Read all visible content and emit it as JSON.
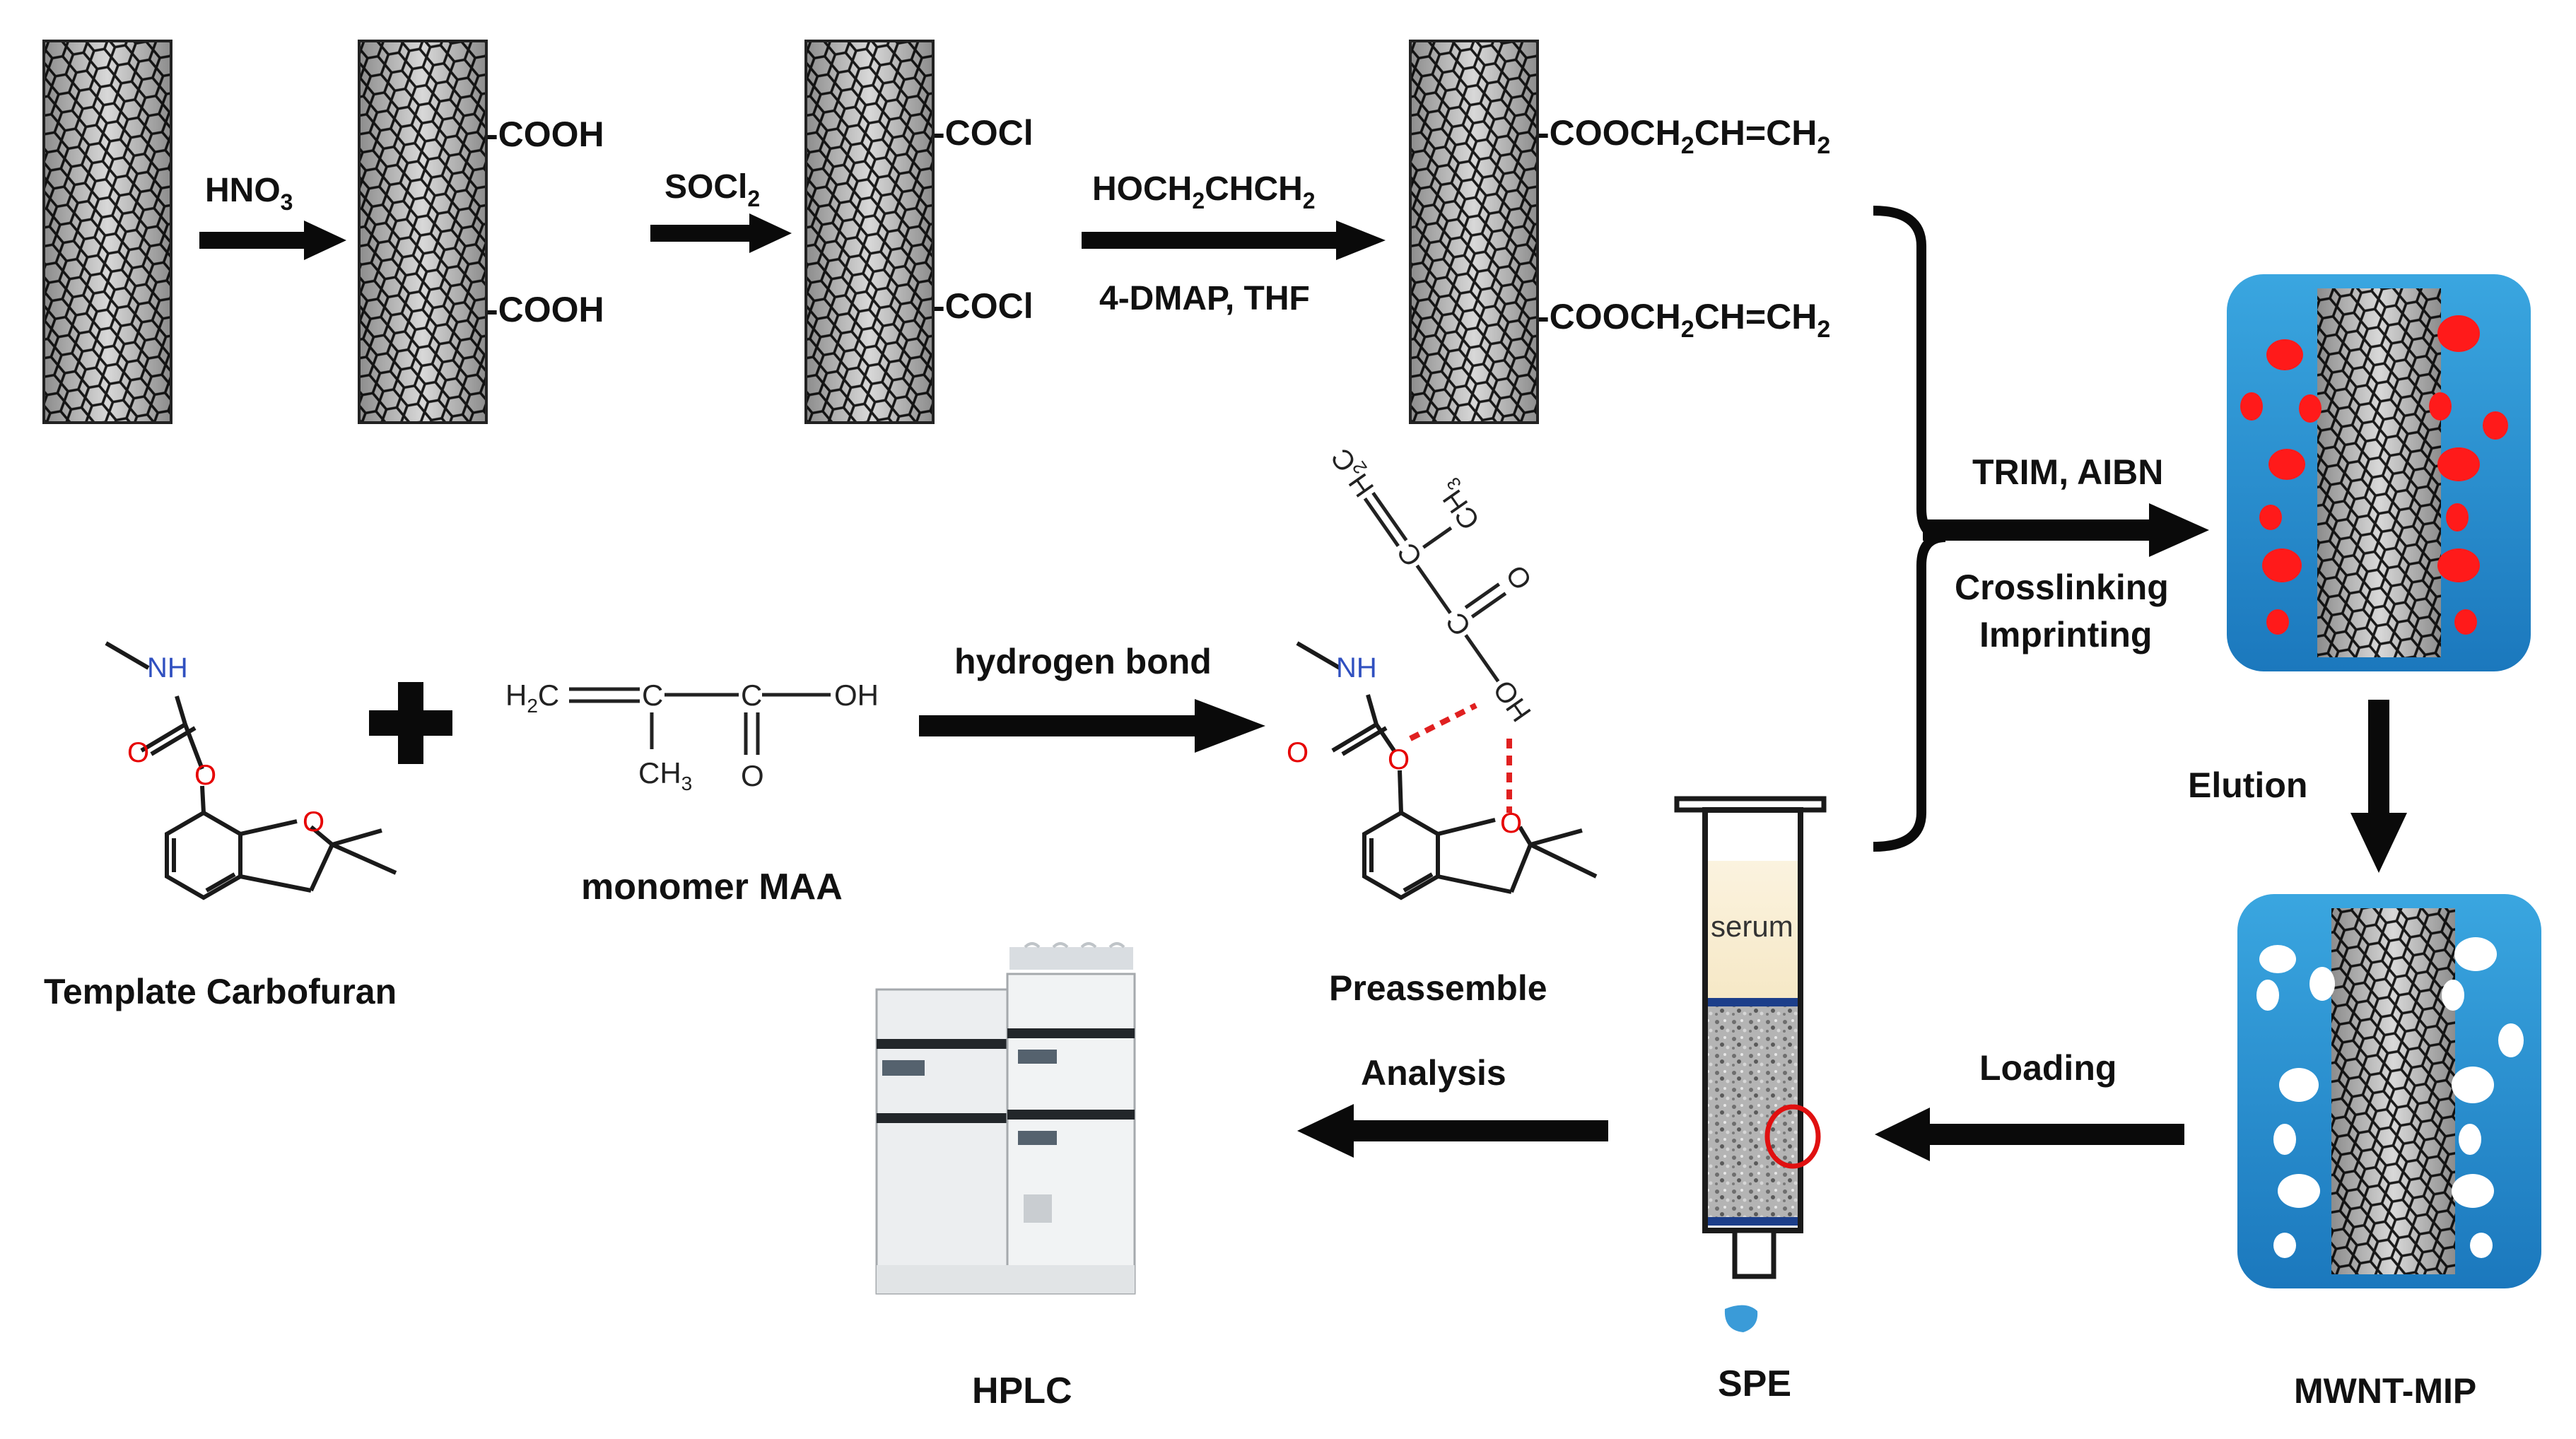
{
  "labels": {
    "hno3": "HNO",
    "hno3_sub": "3",
    "socl2": "SOCl",
    "socl2_sub": "2",
    "allyl_alcohol_a": "HOCH",
    "allyl_alcohol_b": "CHCH",
    "allyl_alcohol_sub": "2",
    "allyl_catalyst": "4-DMAP, THF",
    "cooh": "-COOH",
    "cocl": "-COCl",
    "ester_a": "-COOCH",
    "ester_b": "CH=CH",
    "ester_sub": "2",
    "trim_aibn": "TRIM, AIBN",
    "crosslinking": "Crosslinking",
    "imprinting": "Imprinting",
    "elution": "Elution",
    "loading": "Loading",
    "analysis": "Analysis",
    "hydrogen_bond": "hydrogen bond",
    "template": "Template Carbofuran",
    "monomer": "monomer MAA",
    "preassemble": "Preassemble",
    "hplc": "HPLC",
    "spe": "SPE",
    "mwnt_mip": "MWNT-MIP",
    "serum": "serum"
  },
  "atoms": {
    "nh": "NH",
    "o": "O",
    "oh": "OH",
    "ho": "HO",
    "c": "C",
    "h2c": "H",
    "h2c_sub": "2",
    "h2c_c": "C",
    "ch3": "CH",
    "ch3_sub": "3"
  },
  "colors": {
    "arrow": "#0a0a0a",
    "imprint_bg_top": "#2a9ad8",
    "imprint_bg_bottom": "#1d7fc4",
    "cavity_red": "#ff1a1a",
    "cavity_white": "#ffffff",
    "hbond": "#e02020",
    "oxygen": "#e60000",
    "nitrogen": "#3050c0",
    "serum": "#f7ebcc",
    "spe_bed": "#9a9a9a",
    "spe_ring": "#e01010",
    "drop": "#3a9bd8"
  },
  "icons": {
    "nanotube": "carbon-nanotube-icon",
    "plus": "plus-icon",
    "hplc": "hplc-instrument-icon",
    "syringe": "spe-cartridge-icon",
    "drop": "droplet-icon"
  }
}
